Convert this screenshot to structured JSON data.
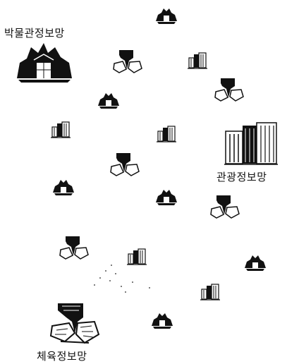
{
  "labels": {
    "museum": "박물관정보망",
    "tourism": "관광정보망",
    "sports": "체육정보망"
  },
  "icons": [
    {
      "name": "palace-icon",
      "kind": "palace"
    },
    {
      "name": "building-icon",
      "kind": "building"
    },
    {
      "name": "hands-icon",
      "kind": "hands"
    }
  ],
  "colors": {
    "ink": "#111111",
    "background": "#ffffff"
  }
}
